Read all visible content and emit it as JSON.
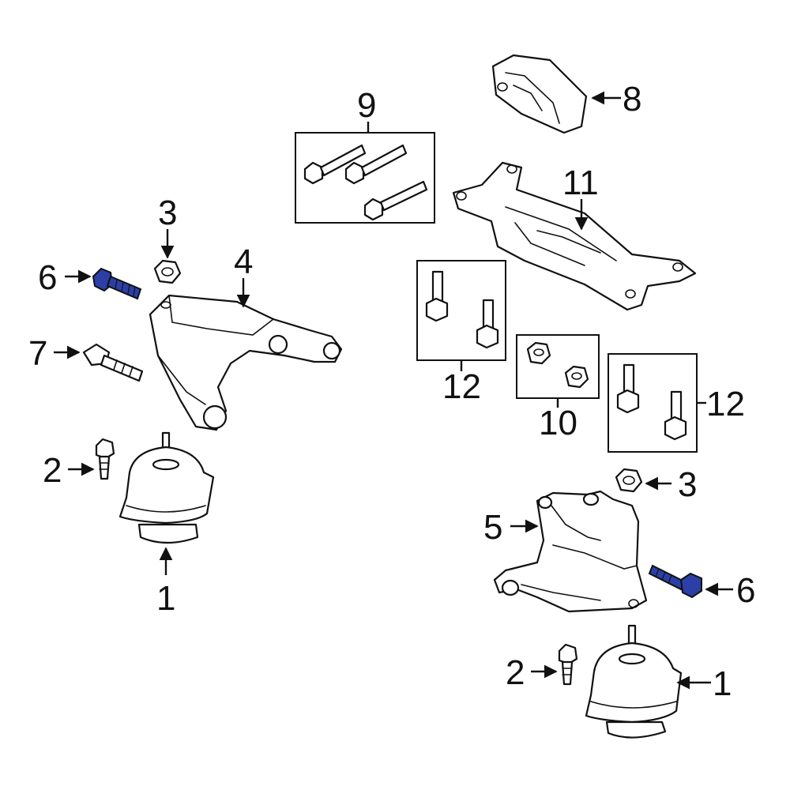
{
  "diagram": {
    "callouts": {
      "c1_left": "1",
      "c1_right": "1",
      "c2_left": "2",
      "c2_right": "2",
      "c3_left": "3",
      "c3_right": "3",
      "c4": "4",
      "c5": "5",
      "c6_left": "6",
      "c6_right": "6",
      "c7": "7",
      "c8": "8",
      "c9": "9",
      "c10": "10",
      "c11": "11",
      "c12_left": "12",
      "c12_right": "12"
    },
    "colors": {
      "line": "#111111",
      "highlight_part": "#2b3fa6",
      "background": "#ffffff"
    }
  }
}
